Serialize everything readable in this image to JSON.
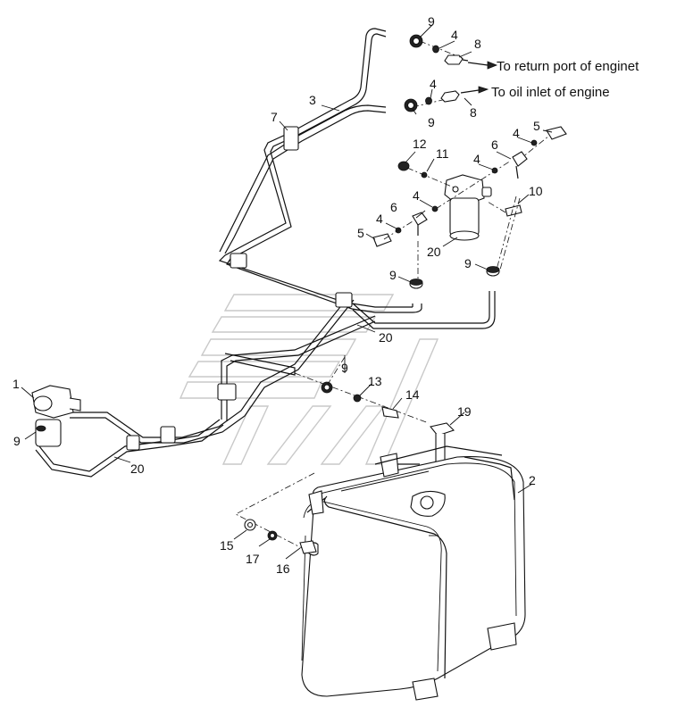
{
  "notes": {
    "return_port": "To return port of enginet",
    "oil_inlet": "To oil inlet of engine"
  },
  "callouts": [
    {
      "id": "c9a",
      "text": "9"
    },
    {
      "id": "c4a",
      "text": "4"
    },
    {
      "id": "c8a",
      "text": "8"
    },
    {
      "id": "c3",
      "text": "3"
    },
    {
      "id": "c4b",
      "text": "4"
    },
    {
      "id": "c9b",
      "text": "9"
    },
    {
      "id": "c8b",
      "text": "8"
    },
    {
      "id": "c7",
      "text": "7"
    },
    {
      "id": "c5a",
      "text": "5"
    },
    {
      "id": "c4c",
      "text": "4"
    },
    {
      "id": "c12",
      "text": "12"
    },
    {
      "id": "c11",
      "text": "11"
    },
    {
      "id": "c6a",
      "text": "6"
    },
    {
      "id": "c4d",
      "text": "4"
    },
    {
      "id": "c10",
      "text": "10"
    },
    {
      "id": "c4e",
      "text": "4"
    },
    {
      "id": "c6b",
      "text": "6"
    },
    {
      "id": "c4f",
      "text": "4"
    },
    {
      "id": "c5b",
      "text": "5"
    },
    {
      "id": "c20a",
      "text": "20"
    },
    {
      "id": "c9c",
      "text": "9"
    },
    {
      "id": "c9d",
      "text": "9"
    },
    {
      "id": "c20b",
      "text": "20"
    },
    {
      "id": "c9e",
      "text": "9"
    },
    {
      "id": "c13",
      "text": "13"
    },
    {
      "id": "c14",
      "text": "14"
    },
    {
      "id": "c19",
      "text": "19"
    },
    {
      "id": "c1",
      "text": "1"
    },
    {
      "id": "c9f",
      "text": "9"
    },
    {
      "id": "c20c",
      "text": "20"
    },
    {
      "id": "c2",
      "text": "2"
    },
    {
      "id": "c15",
      "text": "15"
    },
    {
      "id": "c17",
      "text": "17"
    },
    {
      "id": "c16",
      "text": "16"
    }
  ]
}
